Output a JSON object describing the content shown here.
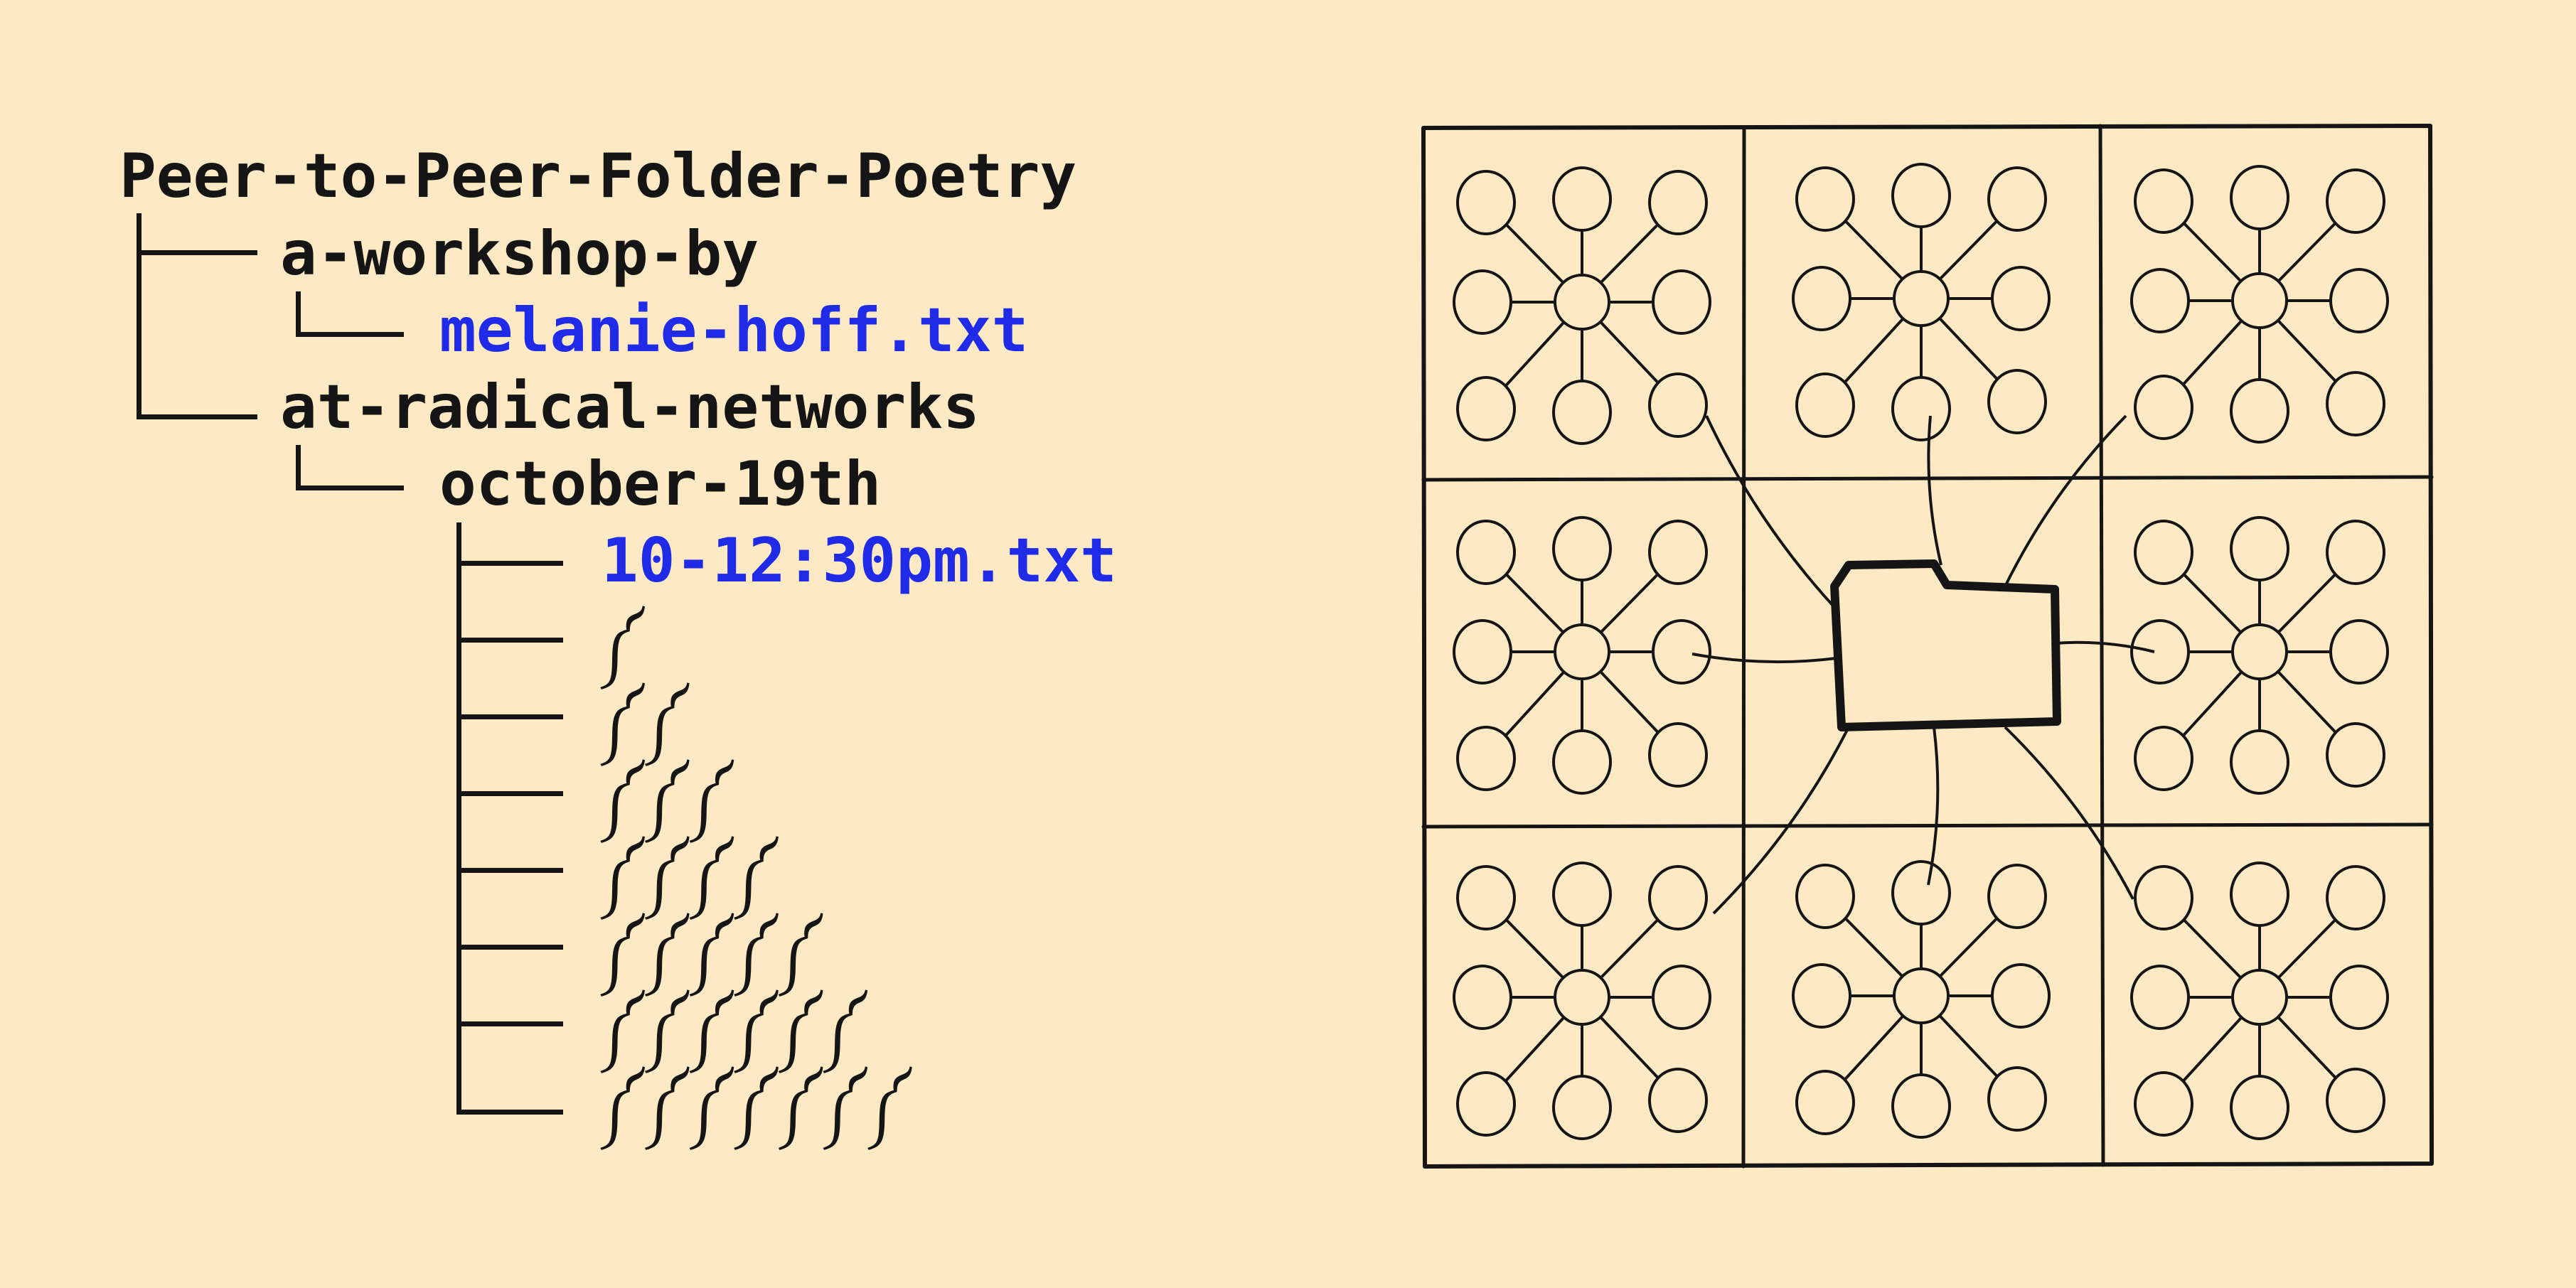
{
  "tree": {
    "root": "Peer-to-Peer-Folder-Poetry",
    "child_1": "a-workshop-by",
    "child_1_file": "melanie-hoff.txt",
    "child_2": "at-radical-networks",
    "child_2_folder": "october-19th",
    "date_file": "10-12:30pm.txt",
    "glyph_rows": [
      "༼",
      "༼༼",
      "༼༼༼",
      "༼༼༼༼",
      "༼༼༼༼༼",
      "༼༼༼༼༼༼",
      "༼༼༼༼༼༼༼"
    ]
  },
  "colors": {
    "background": "#FDEAC4",
    "ink": "#151515",
    "link_blue": "#1F2BE6"
  },
  "drawing": {
    "icon": "folder-icon",
    "description_icon": "network-grid-illustration"
  }
}
